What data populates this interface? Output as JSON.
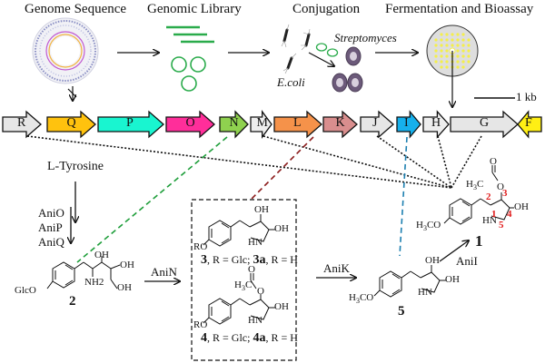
{
  "workflow": {
    "steps": [
      {
        "title": "Genome Sequence"
      },
      {
        "title": "Genomic Library"
      },
      {
        "title": "Conjugation"
      },
      {
        "title": "Fermentation and Bioassay"
      }
    ],
    "organisms": {
      "donor": "E.coli",
      "recipient": "Streptomyces"
    },
    "scale_bar": "1 kb"
  },
  "gene_cluster": {
    "genes": [
      {
        "name": "R",
        "color": "#e6e6e6",
        "direction": "forward"
      },
      {
        "name": "Q",
        "color": "#ffc20e",
        "direction": "forward"
      },
      {
        "name": "P",
        "color": "#19f5d0",
        "direction": "forward"
      },
      {
        "name": "O",
        "color": "#ff2e9a",
        "direction": "forward"
      },
      {
        "name": "N",
        "color": "#8fd14f",
        "direction": "forward"
      },
      {
        "name": "M",
        "color": "#eeeeee",
        "direction": "forward"
      },
      {
        "name": "L",
        "color": "#f5924a",
        "direction": "forward"
      },
      {
        "name": "K",
        "color": "#d98e8e",
        "direction": "forward"
      },
      {
        "name": "J",
        "color": "#e6e6e6",
        "direction": "forward"
      },
      {
        "name": "I",
        "color": "#16b0ec",
        "direction": "forward"
      },
      {
        "name": "H",
        "color": "#eeeeee",
        "direction": "forward"
      },
      {
        "name": "G",
        "color": "#e6e6e6",
        "direction": "forward"
      },
      {
        "name": "F",
        "color": "#ffef14",
        "direction": "reverse"
      }
    ],
    "link_colors": {
      "N": "#1e9e3a",
      "L": "#8b1a1a",
      "I": "#1c7fb0",
      "other": "#111111"
    }
  },
  "pathway": {
    "start": "L-Tyrosine",
    "enzymes_step1": [
      "AniO",
      "AniP",
      "AniQ"
    ],
    "enzyme_N": "AniN",
    "enzyme_K": "AniK",
    "enzyme_I": "AniI",
    "compound2": {
      "number": "2",
      "groups": {
        "glc": "GlcO",
        "oh1": "OH",
        "oh2": "OH",
        "oh3": "OH",
        "nh2": "NH2"
      }
    },
    "compound3": {
      "label_num": "3",
      "label_rest1": ", R = Glc; ",
      "label_num_b": "3a",
      "label_rest2": ", R = H",
      "groups": {
        "ro": "RO",
        "oh1": "OH",
        "oh2": "OH",
        "hn": "HN"
      }
    },
    "compound4": {
      "label_num": "4",
      "label_rest1": ", R = Glc; ",
      "label_num_b": "4a",
      "label_rest2": ", R = H",
      "groups": {
        "ro": "RO",
        "h3c": "H3C",
        "o_carbonyl": "O",
        "o_ester": "O",
        "oh": "OH",
        "hn": "HN"
      }
    },
    "compound5": {
      "number": "5",
      "groups": {
        "h3co": "H3CO",
        "oh1": "OH",
        "oh2": "OH",
        "hn": "HN"
      }
    },
    "compound1": {
      "number": "1",
      "groups": {
        "h3co": "H3CO",
        "h3c": "H3C",
        "o_carbonyl": "O",
        "o_ester": "O",
        "oh": "OH",
        "hn": "HN"
      },
      "ring_numbers": [
        "1",
        "2",
        "3",
        "4",
        "5"
      ],
      "ring_number_color": "#e01b1b"
    }
  }
}
